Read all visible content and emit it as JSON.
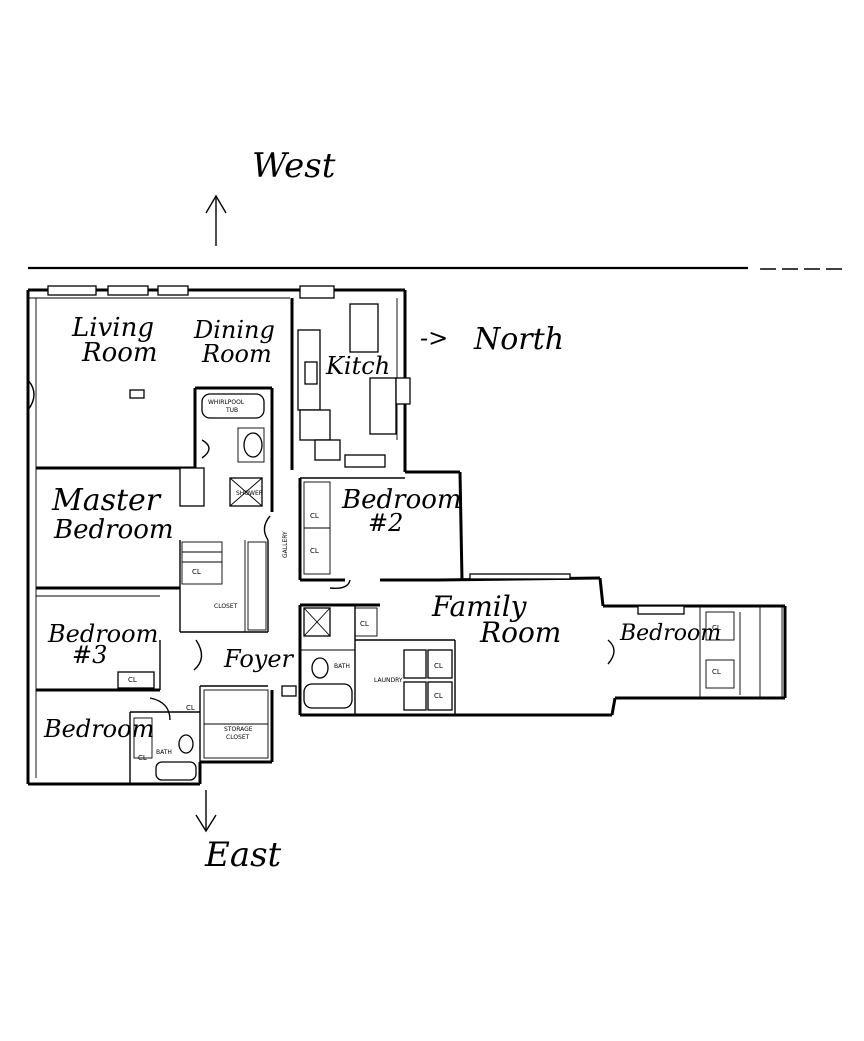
{
  "compass": {
    "west": "West",
    "north": "North",
    "east": "East",
    "north_arrow": "->"
  },
  "rooms": {
    "living_room": [
      "Living",
      "Room"
    ],
    "dining_room": [
      "Dining",
      "Room"
    ],
    "kitchen": "Kitch",
    "master_bedroom": [
      "Master",
      "Bedroom"
    ],
    "bedroom_2": [
      "Bedroom",
      "#2"
    ],
    "family_room": [
      "Family",
      "Room"
    ],
    "bedroom_3": [
      "Bedroom",
      "#3"
    ],
    "bedroom_sw": "Bedroom",
    "bedroom_ne": "Bedroom",
    "foyer": "Foyer"
  },
  "fixture_labels": {
    "gallery": "GALLERY",
    "closet": "CLOSET",
    "storage_closet": [
      "STORAGE",
      "CLOSET"
    ],
    "bath": "BATH",
    "laundry": "LAUNDRY",
    "whirlpool_tub": [
      "WHIRLPOOL",
      "TUB"
    ],
    "shower": "SHOWER",
    "cl": "CL"
  }
}
